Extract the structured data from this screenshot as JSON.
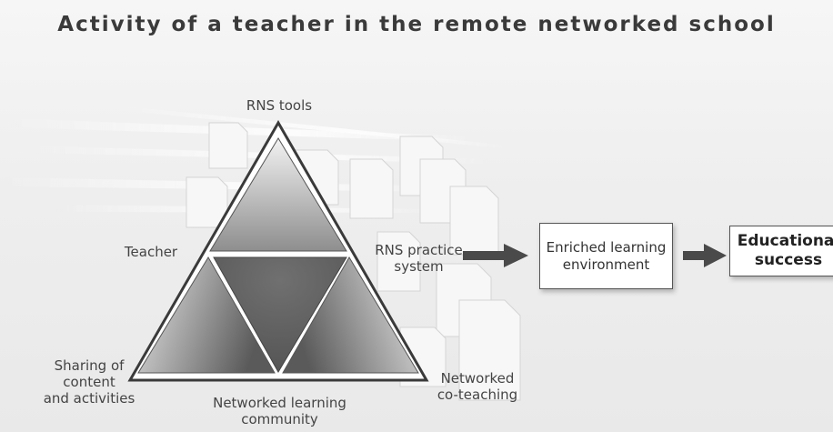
{
  "title": "Activity of a teacher in the remote networked school",
  "triangle": {
    "top_label": "RNS tools",
    "left_label": "Teacher",
    "bottom_left_label": "Sharing of\ncontent\nand activities",
    "bottom_label": "Networked learning\ncommunity",
    "bottom_right_label": "Networked\nco-teaching"
  },
  "flow": {
    "step1": "RNS practice\nsystem",
    "step2": "Enriched learning\nenvironment",
    "step3": "Educational\nsuccess"
  },
  "colors": {
    "background": "#eeeeee",
    "arrow": "#4a4a4a",
    "triangle_dark": "#5e5e5e",
    "triangle_light": "#dedede"
  }
}
